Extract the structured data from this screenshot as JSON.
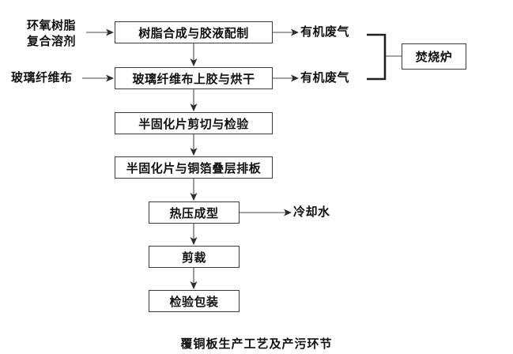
{
  "diagram": {
    "caption": "覆铜板生产工艺及产污环节",
    "background": "#ffffff",
    "line_color": "#3a3a3a",
    "text_color": "#101010",
    "process_boxes": [
      {
        "id": "resin-synthesis",
        "label": "树脂合成与胶液配制"
      },
      {
        "id": "glass-cloth-coating",
        "label": "玻璃纤维布上胶与烘干"
      },
      {
        "id": "prepreg-cutting",
        "label": "半固化片剪切与检验"
      },
      {
        "id": "prepreg-layup",
        "label": "半固化片与铜箔叠层排板"
      },
      {
        "id": "hot-press-forming",
        "label": "热压成型"
      },
      {
        "id": "trimming",
        "label": "剪裁"
      },
      {
        "id": "inspection-packaging",
        "label": "检验包装"
      }
    ],
    "inputs": [
      {
        "id": "epoxy-resin",
        "line1": "环氧树脂",
        "line2": "复合溶剂"
      },
      {
        "id": "glass-cloth",
        "line1": "玻璃纤维布",
        "line2": ""
      }
    ],
    "outputs": [
      {
        "id": "organic-waste-gas-1",
        "label": "有机废气"
      },
      {
        "id": "organic-waste-gas-2",
        "label": "有机废气"
      },
      {
        "id": "cooling-water",
        "label": "冷却水"
      }
    ],
    "treatment": {
      "id": "incinerator",
      "label": "焚烧炉"
    }
  }
}
